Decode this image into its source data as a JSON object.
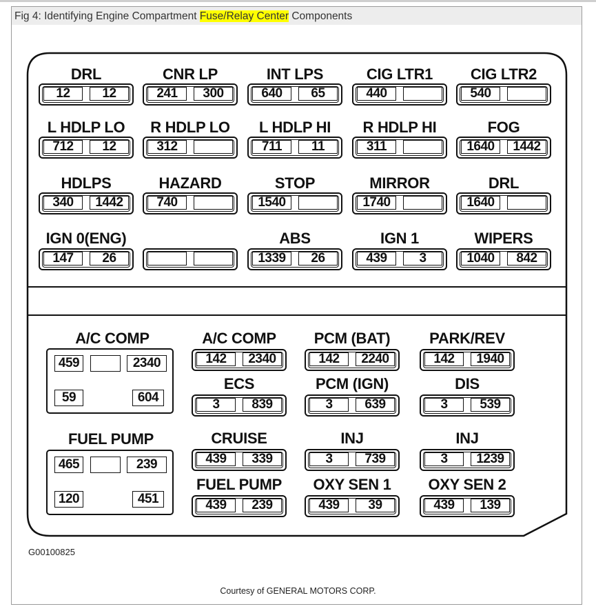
{
  "figure": {
    "prefix": "Fig 4: Identifying Engine Compartment ",
    "highlight": "Fuse/Relay Center",
    "suffix": " Components"
  },
  "upper_fuses": [
    {
      "label": "DRL",
      "values": [
        "12",
        "12"
      ]
    },
    {
      "label": "CNR LP",
      "values": [
        "241",
        "300"
      ]
    },
    {
      "label": "INT LPS",
      "values": [
        "640",
        "65"
      ]
    },
    {
      "label": "CIG LTR1",
      "values": [
        "440",
        ""
      ]
    },
    {
      "label": "CIG LTR2",
      "values": [
        "540",
        ""
      ]
    },
    {
      "label": "L HDLP LO",
      "values": [
        "712",
        "12"
      ]
    },
    {
      "label": "R HDLP LO",
      "values": [
        "312",
        ""
      ]
    },
    {
      "label": "L HDLP HI",
      "values": [
        "711",
        "11"
      ]
    },
    {
      "label": "R HDLP HI",
      "values": [
        "311",
        ""
      ]
    },
    {
      "label": "FOG",
      "values": [
        "1640",
        "1442"
      ]
    },
    {
      "label": "HDLPS",
      "values": [
        "340",
        "1442"
      ]
    },
    {
      "label": "HAZARD",
      "values": [
        "740",
        ""
      ]
    },
    {
      "label": "STOP",
      "values": [
        "1540",
        ""
      ]
    },
    {
      "label": "MIRROR",
      "values": [
        "1740",
        ""
      ]
    },
    {
      "label": "DRL",
      "values": [
        "1640",
        ""
      ]
    },
    {
      "label": "IGN 0(ENG)",
      "values": [
        "147",
        "26"
      ]
    },
    {
      "label": "",
      "values": [
        "",
        ""
      ]
    },
    {
      "label": "ABS",
      "values": [
        "1339",
        "26"
      ]
    },
    {
      "label": "IGN 1",
      "values": [
        "439",
        "3"
      ]
    },
    {
      "label": "WIPERS",
      "values": [
        "1040",
        "842"
      ]
    }
  ],
  "relays": [
    {
      "label": "A/C COMP",
      "values": [
        "459",
        "",
        "2340",
        "59",
        "604"
      ]
    },
    {
      "label": "FUEL PUMP",
      "values": [
        "465",
        "",
        "239",
        "120",
        "451"
      ]
    }
  ],
  "lower_fuses": [
    {
      "label": "A/C COMP",
      "values": [
        "142",
        "2340"
      ]
    },
    {
      "label": "PCM (BAT)",
      "values": [
        "142",
        "2240"
      ]
    },
    {
      "label": "PARK/REV",
      "values": [
        "142",
        "1940"
      ]
    },
    {
      "label": "ECS",
      "values": [
        "3",
        "839"
      ]
    },
    {
      "label": "PCM (IGN)",
      "values": [
        "3",
        "639"
      ]
    },
    {
      "label": "DIS",
      "values": [
        "3",
        "539"
      ]
    },
    {
      "label": "CRUISE",
      "values": [
        "439",
        "339"
      ]
    },
    {
      "label": "INJ",
      "values": [
        "3",
        "739"
      ]
    },
    {
      "label": "INJ",
      "values": [
        "3",
        "1239"
      ]
    },
    {
      "label": "FUEL PUMP",
      "values": [
        "439",
        "239"
      ]
    },
    {
      "label": "OXY SEN 1",
      "values": [
        "439",
        "39"
      ]
    },
    {
      "label": "OXY SEN 2",
      "values": [
        "439",
        "139"
      ]
    }
  ],
  "diagram_code": "G00100825",
  "credit": "Courtesy of GENERAL MOTORS CORP."
}
